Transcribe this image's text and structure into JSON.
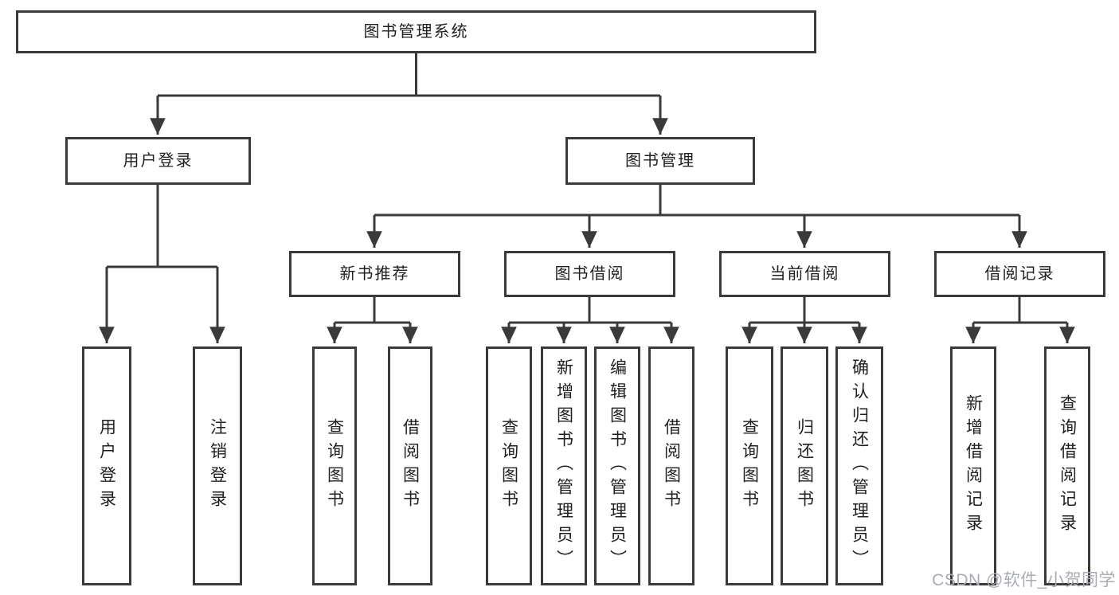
{
  "diagram": {
    "title": "图书管理系统",
    "user_login": {
      "label": "用户登录",
      "children": [
        "用户登录",
        "注销登录"
      ]
    },
    "book_management": {
      "label": "图书管理",
      "new_books": {
        "label": "新书推荐",
        "children": [
          "查询图书",
          "借阅图书"
        ]
      },
      "book_borrowing": {
        "label": "图书借阅",
        "children": [
          "查询图书",
          "新增图书（管理员）",
          "编辑图书（管理员）",
          "借阅图书"
        ]
      },
      "current_borrowing": {
        "label": "当前借阅",
        "children": [
          "查询图书",
          "归还图书",
          "确认归还（管理员）"
        ]
      },
      "borrowing_records": {
        "label": "借阅记录",
        "children": [
          "新增借阅记录",
          "查询借阅记录"
        ]
      }
    }
  },
  "watermark": "CSDN @软件_小贺同学",
  "colors": {
    "line": "#3a3a3a",
    "text": "#1f1f1f",
    "background": "#ffffff",
    "watermark": "#a9acb3"
  }
}
